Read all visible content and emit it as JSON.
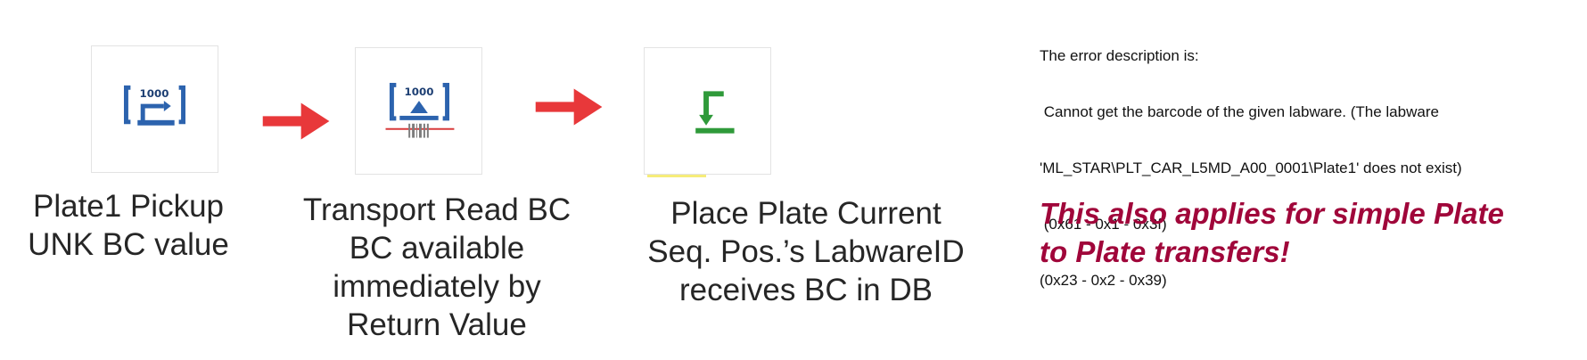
{
  "steps": [
    {
      "icon": "pickup-plate-icon",
      "icon_text": "1000",
      "caption": [
        "Plate1 Pickup",
        "UNK BC value"
      ]
    },
    {
      "icon": "transport-read-barcode-icon",
      "icon_text": "1000",
      "caption": [
        "Transport Read BC",
        "BC available",
        "immediately by",
        "Return Value"
      ]
    },
    {
      "icon": "place-plate-icon",
      "caption": [
        "Place Plate Current",
        "Seq. Pos.’s LabwareID",
        "receives BC in DB"
      ]
    }
  ],
  "arrows": [
    {
      "icon": "red-arrow-right-icon",
      "color": "#e8383a"
    },
    {
      "icon": "red-arrow-right-icon",
      "color": "#e8383a"
    }
  ],
  "error": {
    "lines": [
      "The error description is:",
      " Cannot get the barcode of the given labware. (The labware",
      "'ML_STAR\\PLT_CAR_L5MD_A00_0001\\Plate1' does not exist)",
      " (0x61 - 0x1 - 0x3f)",
      "(0x23 - 0x2 - 0x39)"
    ]
  },
  "note": {
    "lines": [
      "This also applies for simple Plate",
      "to Plate transfers!"
    ],
    "color": "#a0063a"
  },
  "colors": {
    "icon_blue": "#2c63ae",
    "icon_green": "#2f9a3a",
    "arrow_red": "#e8383a"
  }
}
